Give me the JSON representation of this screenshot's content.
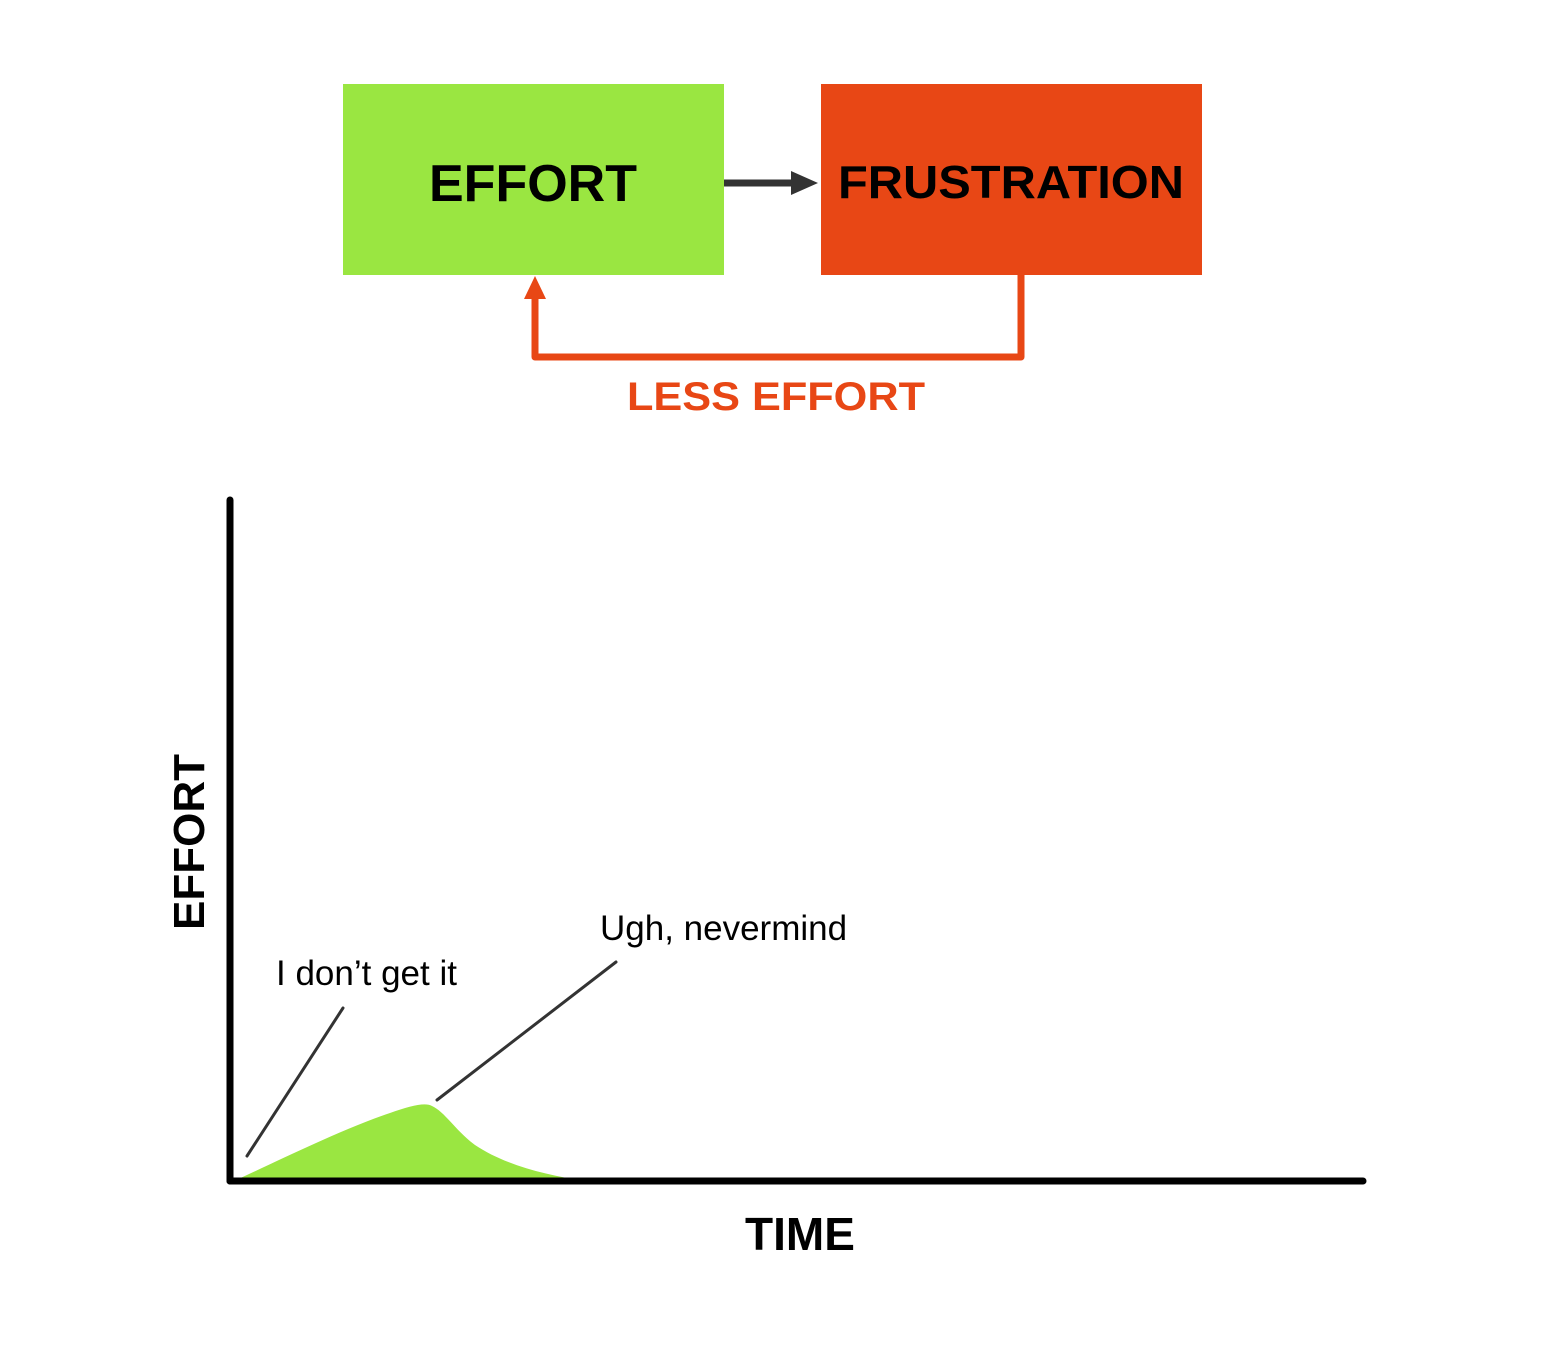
{
  "colors": {
    "effort_box": "#9AE641",
    "frustration_box": "#E84715",
    "feedback_arrow": "#E84715",
    "forward_arrow": "#333333",
    "axis": "#000000",
    "curve_fill": "#9AE641",
    "leader_line": "#333333"
  },
  "flow": {
    "nodes": [
      {
        "id": "effort",
        "label": "EFFORT"
      },
      {
        "id": "frustration",
        "label": "FRUSTRATION"
      }
    ],
    "edges": [
      {
        "from": "effort",
        "to": "frustration",
        "label": ""
      },
      {
        "from": "frustration",
        "to": "effort",
        "label": "LESS EFFORT"
      }
    ]
  },
  "graph": {
    "y_label": "EFFORT",
    "x_label": "TIME",
    "annotations": [
      {
        "text": "I don’t get it"
      },
      {
        "text": "Ugh, nevermind"
      }
    ]
  },
  "chart_data": {
    "type": "area",
    "title": "",
    "xlabel": "TIME",
    "ylabel": "EFFORT",
    "grid": false,
    "legend": "none",
    "description": "Effort rises briefly from zero, peaks early, then drops back to zero and stays there for the rest of the time axis.",
    "x": [
      0,
      0.05,
      0.1,
      0.15,
      0.17,
      0.2,
      0.25,
      0.3,
      1.0
    ],
    "values": [
      0,
      0.04,
      0.08,
      0.11,
      0.11,
      0.07,
      0.02,
      0,
      0
    ],
    "xlim": [
      0,
      1
    ],
    "ylim": [
      0,
      1
    ],
    "annotations": [
      {
        "text": "I don’t get it",
        "x": 0.01,
        "y": 0.03
      },
      {
        "text": "Ugh, nevermind",
        "x": 0.18,
        "y": 0.11
      }
    ]
  }
}
